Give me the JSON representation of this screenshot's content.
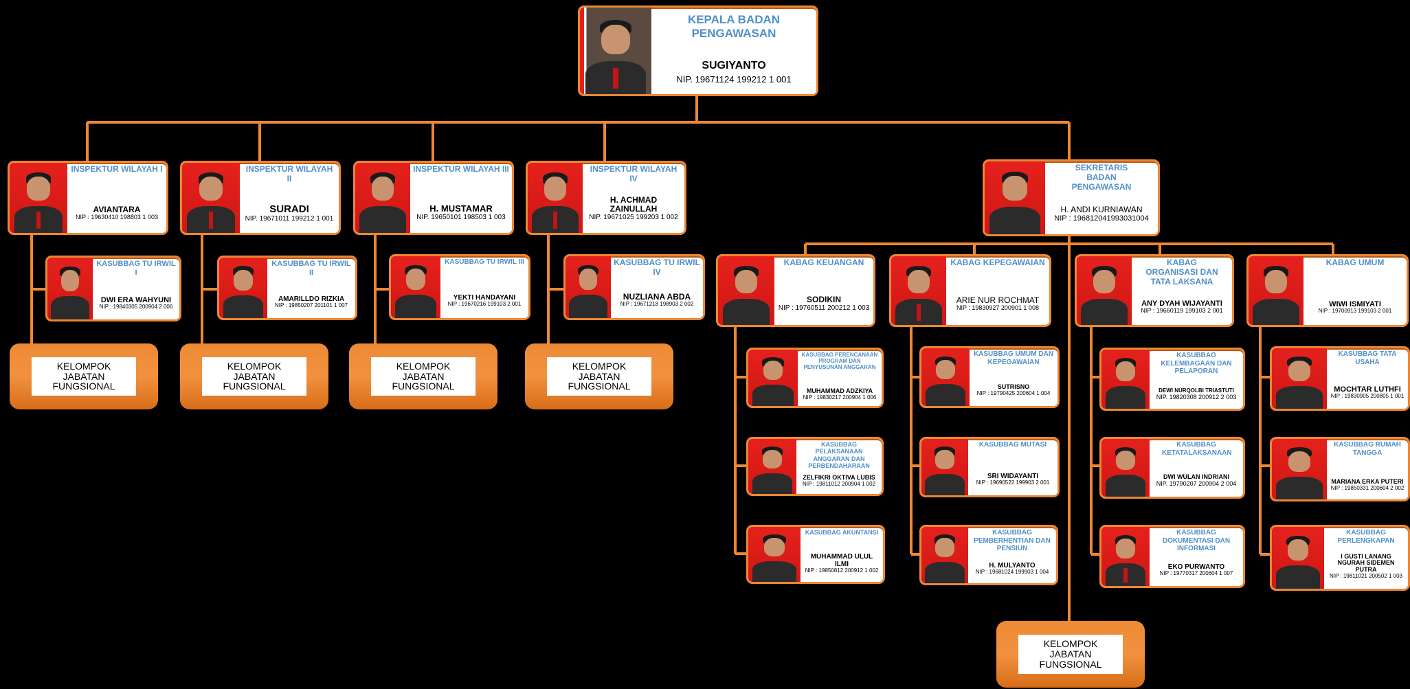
{
  "kepala": {
    "title": "KEPALA BADAN PENGAWASAN",
    "name": "SUGIYANTO",
    "nip": "NIP. 19671124 199212 1 001"
  },
  "inspektur": [
    {
      "title": "INSPEKTUR WILAYAH I",
      "name": "AVIANTARA",
      "nip": "NIP : 19630410 198803 1 003"
    },
    {
      "title": "INSPEKTUR WILAYAH II",
      "name": "SURADI",
      "nip": "NIP. 19671011 199212 1 001"
    },
    {
      "title": "INSPEKTUR WILAYAH III",
      "name": "H. MUSTAMAR",
      "nip": "NIP. 19650101 198503 1 003"
    },
    {
      "title": "INSPEKTUR WILAYAH IV",
      "name": "H. ACHMAD ZAINULLAH",
      "nip": "NIP. 19671025 199203 1 002"
    }
  ],
  "kasubbag_tu": [
    {
      "title": "KASUBBAG TU IRWIL I",
      "name": "DWI ERA WAHYUNI",
      "nip": "NIP : 19840305 200904 2 006"
    },
    {
      "title": "KASUBBAG TU IRWIL II",
      "name": "AMARILLDO RIZKIA",
      "nip": "NIP : 19850207 201101 1 007"
    },
    {
      "title": "KASUBBAG TU IRWIL III",
      "name": "YEKTI HANDAYANI",
      "nip": "NIP : 19670216 199103 2 001"
    },
    {
      "title": "KASUBBAG TU IRWIL IV",
      "name": "NUZLIANA ABDA",
      "nip": "NIP : 19671218 198903 2 002"
    }
  ],
  "fungsional_label": "KELOMPOK JABATAN FUNGSIONAL",
  "sekretaris": {
    "title": "SEKRETARIS BADAN PENGAWASAN",
    "name": "H. ANDI KURNIAWAN",
    "nip": "NIP : 196812041993031004"
  },
  "kabag": [
    {
      "title": "KABAG KEUANGAN",
      "name": "SODIKIN",
      "nip": "NIP : 19760511 200212 1 003"
    },
    {
      "title": "KABAG KEPEGAWAIAN",
      "name": "ARIE NUR ROCHMAT",
      "nip": "NIP : 19830927 200901 1 008"
    },
    {
      "title": "KABAG ORGANISASI DAN TATA LAKSANA",
      "name": "ANY DYAH WIJAYANTI",
      "nip": "NIP : 19660119 199103 2 001"
    },
    {
      "title": "KABAG UMUM",
      "name": "WIWI ISMIYATI",
      "nip": "NIP : 19700913 199103 2 001"
    }
  ],
  "kasubbag": [
    [
      {
        "title": "KASUBBAG PERENCANAAN PROGRAM DAN PENYUSUNAN ANGGARAN",
        "name": "MUHAMMAD ADZKIYA",
        "nip": "NIP : 19830217 200904 1 006"
      },
      {
        "title": "KASUBBAG PELAKSANAAN ANGGARAN DAN PERBENDAHARAAN",
        "name": "ZELFIKRI OKTIVA LUBIS",
        "nip": "NIP : 19811012 200904 1 002"
      },
      {
        "title": "KASUBBAG AKUNTANSI",
        "name": "MUHAMMAD ULUL ILMI",
        "nip": "NIP : 19850812 200912 1 002"
      }
    ],
    [
      {
        "title": "KASUBBAG UMUM DAN KEPEGAWAIAN",
        "name": "SUTRISNO",
        "nip": "NIP : 19790425 200604 1 004"
      },
      {
        "title": "KASUBBAG MUTASI",
        "name": "SRI WIDAYANTI",
        "nip": "NIP : 19690522 199903 2 001"
      },
      {
        "title": "KASUBBAG PEMBERHENTIAN DAN PENSIUN",
        "name": "H. MULYANTO",
        "nip": "NIP : 19681024 199903 1 004"
      }
    ],
    [
      {
        "title": "KASUBBAG KELEMBAGAAN DAN PELAPORAN",
        "name": "DEWI NURQOLBI TRIASTUTI",
        "nip": "NIP. 19820308 200912 2 003"
      },
      {
        "title": "KASUBBAG KETATALAKSANAAN",
        "name": "DWI WULAN INDRIANI",
        "nip": "NIP. 19790207 200904 2 004"
      },
      {
        "title": "KASUBBAG DOKUMENTASI DAN INFORMASI",
        "name": "EKO PURWANTO",
        "nip": "NIP : 19770317 200604 1 007"
      }
    ],
    [
      {
        "title": "KASUBBAG TATA USAHA",
        "name": "MOCHTAR LUTHFI",
        "nip": "NIP : 19830905 200805 1 001"
      },
      {
        "title": "KASUBBAG RUMAH TANGGA",
        "name": "MARIANA ERKA PUTERI",
        "nip": "NIP : 19850331 200604 2 002"
      },
      {
        "title": "KASUBBAG PERLENGKAPAN",
        "name": "I GUSTI LANANG NGURAH SIDEMEN PUTRA",
        "nip": "NIP : 19811021 200502 1 003"
      }
    ]
  ],
  "colors": {
    "orange": "#ed8734",
    "title_blue": "#4f8fc9",
    "photo_red": "#e5211d",
    "background": "#000000"
  }
}
